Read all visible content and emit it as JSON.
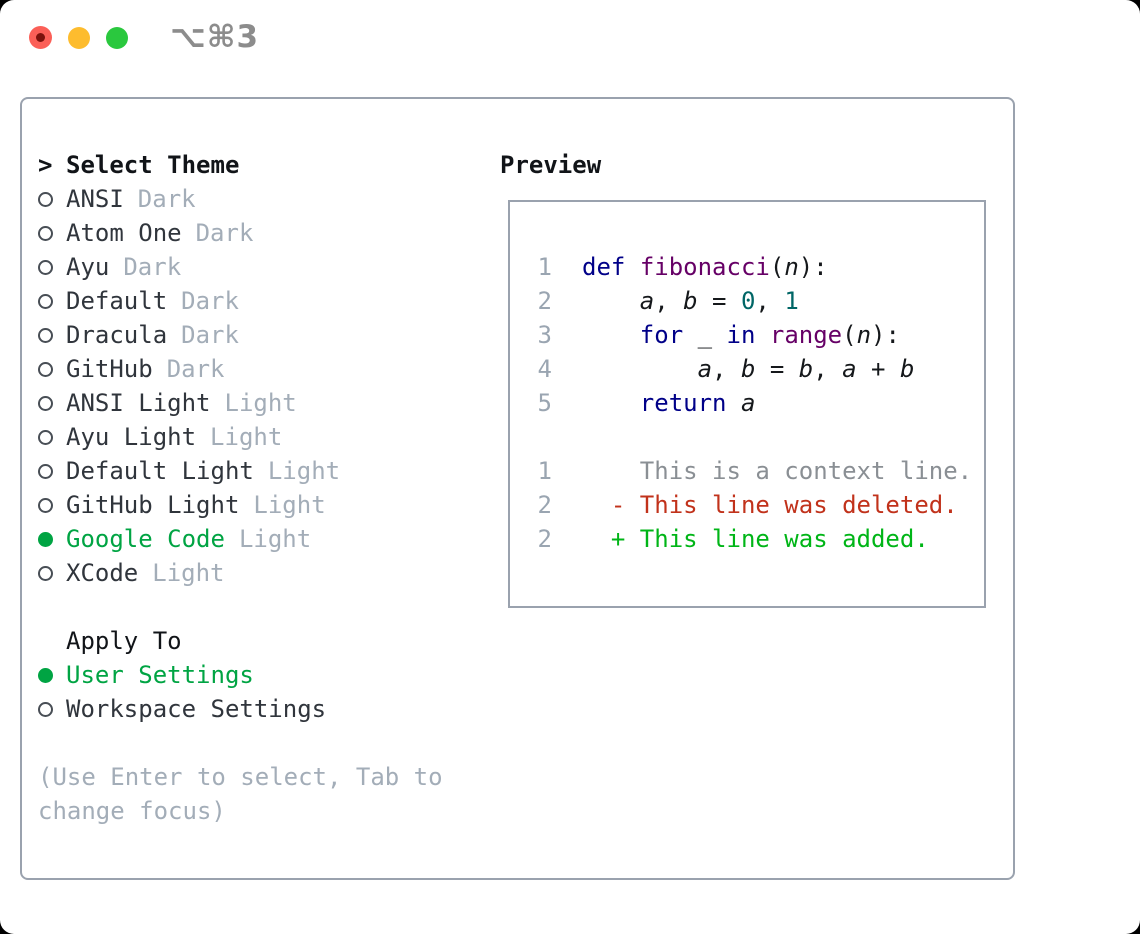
{
  "window": {
    "title": "⌥⌘3"
  },
  "theme_picker": {
    "header": {
      "marker": ">",
      "label": "Select Theme"
    },
    "themes": [
      {
        "name": "ANSI",
        "variant": "Dark",
        "selected": false
      },
      {
        "name": "Atom One",
        "variant": "Dark",
        "selected": false
      },
      {
        "name": "Ayu",
        "variant": "Dark",
        "selected": false
      },
      {
        "name": "Default",
        "variant": "Dark",
        "selected": false
      },
      {
        "name": "Dracula",
        "variant": "Dark",
        "selected": false
      },
      {
        "name": "GitHub",
        "variant": "Dark",
        "selected": false
      },
      {
        "name": "ANSI Light",
        "variant": "Light",
        "selected": false
      },
      {
        "name": "Ayu Light",
        "variant": "Light",
        "selected": false
      },
      {
        "name": "Default Light",
        "variant": "Light",
        "selected": false
      },
      {
        "name": "GitHub Light",
        "variant": "Light",
        "selected": false
      },
      {
        "name": "Google Code",
        "variant": "Light",
        "selected": true
      },
      {
        "name": "XCode",
        "variant": "Light",
        "selected": false
      }
    ],
    "apply_to": {
      "label": "Apply To",
      "options": [
        {
          "name": "User Settings",
          "selected": true
        },
        {
          "name": "Workspace Settings",
          "selected": false
        }
      ]
    },
    "help_text": "(Use Enter to select, Tab to change focus)"
  },
  "preview": {
    "label": "Preview",
    "code_lines": [
      {
        "number": "1",
        "tokens": [
          {
            "t": "def",
            "c": "kw"
          },
          {
            "t": " ",
            "c": "pl"
          },
          {
            "t": "fibonacci",
            "c": "fn"
          },
          {
            "t": "(",
            "c": "pl"
          },
          {
            "t": "n",
            "c": "var"
          },
          {
            "t": "):",
            "c": "pl"
          }
        ]
      },
      {
        "number": "2",
        "tokens": [
          {
            "t": "    ",
            "c": "pl"
          },
          {
            "t": "a",
            "c": "var"
          },
          {
            "t": ", ",
            "c": "pl"
          },
          {
            "t": "b",
            "c": "var"
          },
          {
            "t": " = ",
            "c": "pl"
          },
          {
            "t": "0",
            "c": "num"
          },
          {
            "t": ", ",
            "c": "pl"
          },
          {
            "t": "1",
            "c": "num"
          }
        ]
      },
      {
        "number": "3",
        "tokens": [
          {
            "t": "    ",
            "c": "pl"
          },
          {
            "t": "for",
            "c": "kw"
          },
          {
            "t": " ",
            "c": "pl"
          },
          {
            "t": "_",
            "c": "var"
          },
          {
            "t": " ",
            "c": "pl"
          },
          {
            "t": "in",
            "c": "kw"
          },
          {
            "t": " ",
            "c": "pl"
          },
          {
            "t": "range",
            "c": "fn"
          },
          {
            "t": "(",
            "c": "pl"
          },
          {
            "t": "n",
            "c": "var"
          },
          {
            "t": "):",
            "c": "pl"
          }
        ]
      },
      {
        "number": "4",
        "tokens": [
          {
            "t": "        ",
            "c": "pl"
          },
          {
            "t": "a",
            "c": "var"
          },
          {
            "t": ", ",
            "c": "pl"
          },
          {
            "t": "b",
            "c": "var"
          },
          {
            "t": " = ",
            "c": "pl"
          },
          {
            "t": "b",
            "c": "var"
          },
          {
            "t": ", ",
            "c": "pl"
          },
          {
            "t": "a",
            "c": "var"
          },
          {
            "t": " + ",
            "c": "pl"
          },
          {
            "t": "b",
            "c": "var"
          }
        ]
      },
      {
        "number": "5",
        "tokens": [
          {
            "t": "    ",
            "c": "pl"
          },
          {
            "t": "return",
            "c": "kw"
          },
          {
            "t": " ",
            "c": "pl"
          },
          {
            "t": "a",
            "c": "var"
          }
        ]
      }
    ],
    "diff_lines": [
      {
        "number": "1",
        "text": "    This is a context line.",
        "kind": "context"
      },
      {
        "number": "2",
        "text": "  - This line was deleted.",
        "kind": "deleted"
      },
      {
        "number": "2",
        "text": "  + This line was added.",
        "kind": "added"
      }
    ]
  },
  "colors": {
    "accent_green": "#00a443",
    "text_primary": "#111418",
    "text_name": "#30353c",
    "text_muted": "#a3adb8",
    "panel_border": "#9aa2ae",
    "line_number": "#9aa5b1",
    "code_keyword": "#000088",
    "code_function": "#660066",
    "code_number": "#006666",
    "code_plain": "#15181b",
    "diff_context": "#8a8f94",
    "diff_deleted": "#c1321b",
    "diff_added": "#00b517",
    "titlebar_title": "#8c8c8c",
    "traffic_red": "#fb5f57",
    "traffic_yellow": "#fdbc2e",
    "traffic_green": "#2ac83e",
    "traffic_red_dot": "#7c120c"
  }
}
